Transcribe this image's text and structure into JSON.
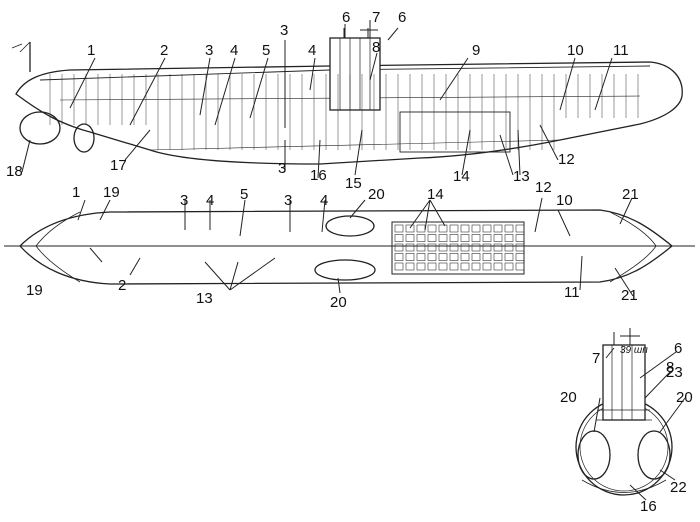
{
  "side_view": {
    "callouts": [
      "1",
      "2",
      "3",
      "4",
      "5",
      "3",
      "4",
      "6",
      "7",
      "6",
      "8",
      "9",
      "10",
      "11",
      "12",
      "13",
      "14",
      "15",
      "16",
      "3",
      "17",
      "18"
    ]
  },
  "plan_view": {
    "callouts": [
      "1",
      "19",
      "3",
      "4",
      "5",
      "3",
      "4",
      "20",
      "14",
      "12",
      "10",
      "21",
      "19",
      "2",
      "13",
      "20",
      "11",
      "21"
    ]
  },
  "section_view": {
    "frame_note": "39 шп",
    "callouts": [
      "7",
      "6",
      "8",
      "23",
      "20",
      "20",
      "22",
      "16"
    ]
  }
}
